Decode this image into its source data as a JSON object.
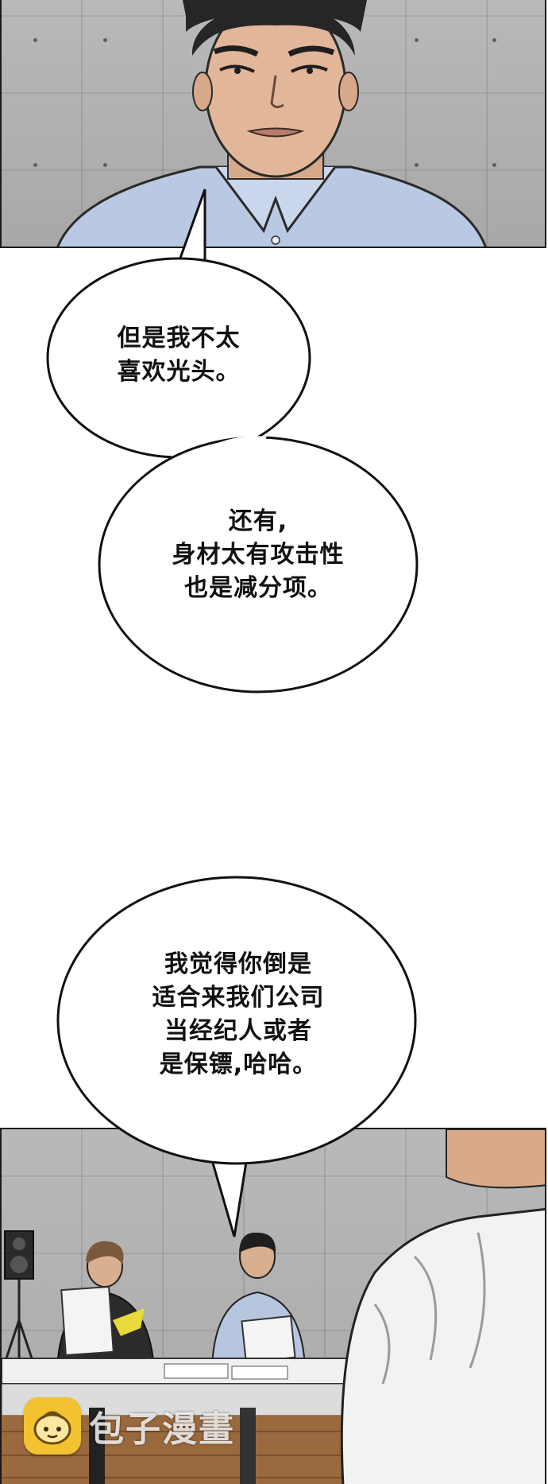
{
  "bubbles": [
    {
      "lines": [
        "但是我不太",
        "喜欢光头。"
      ]
    },
    {
      "lines": [
        "还有,",
        "身材太有攻击性",
        "也是减分项。"
      ]
    },
    {
      "lines": [
        "我觉得你倒是",
        "适合来我们公司",
        "当经纪人或者",
        "是保镖,哈哈。"
      ]
    }
  ],
  "watermark": {
    "text": "包子漫畫",
    "icon": "bun-mascot-icon"
  },
  "colors": {
    "outline": "#1b1b1b",
    "wall": "#b0b0b0",
    "shirt_blue": "#b9c9e3",
    "logo_yellow": "#f2c230"
  }
}
